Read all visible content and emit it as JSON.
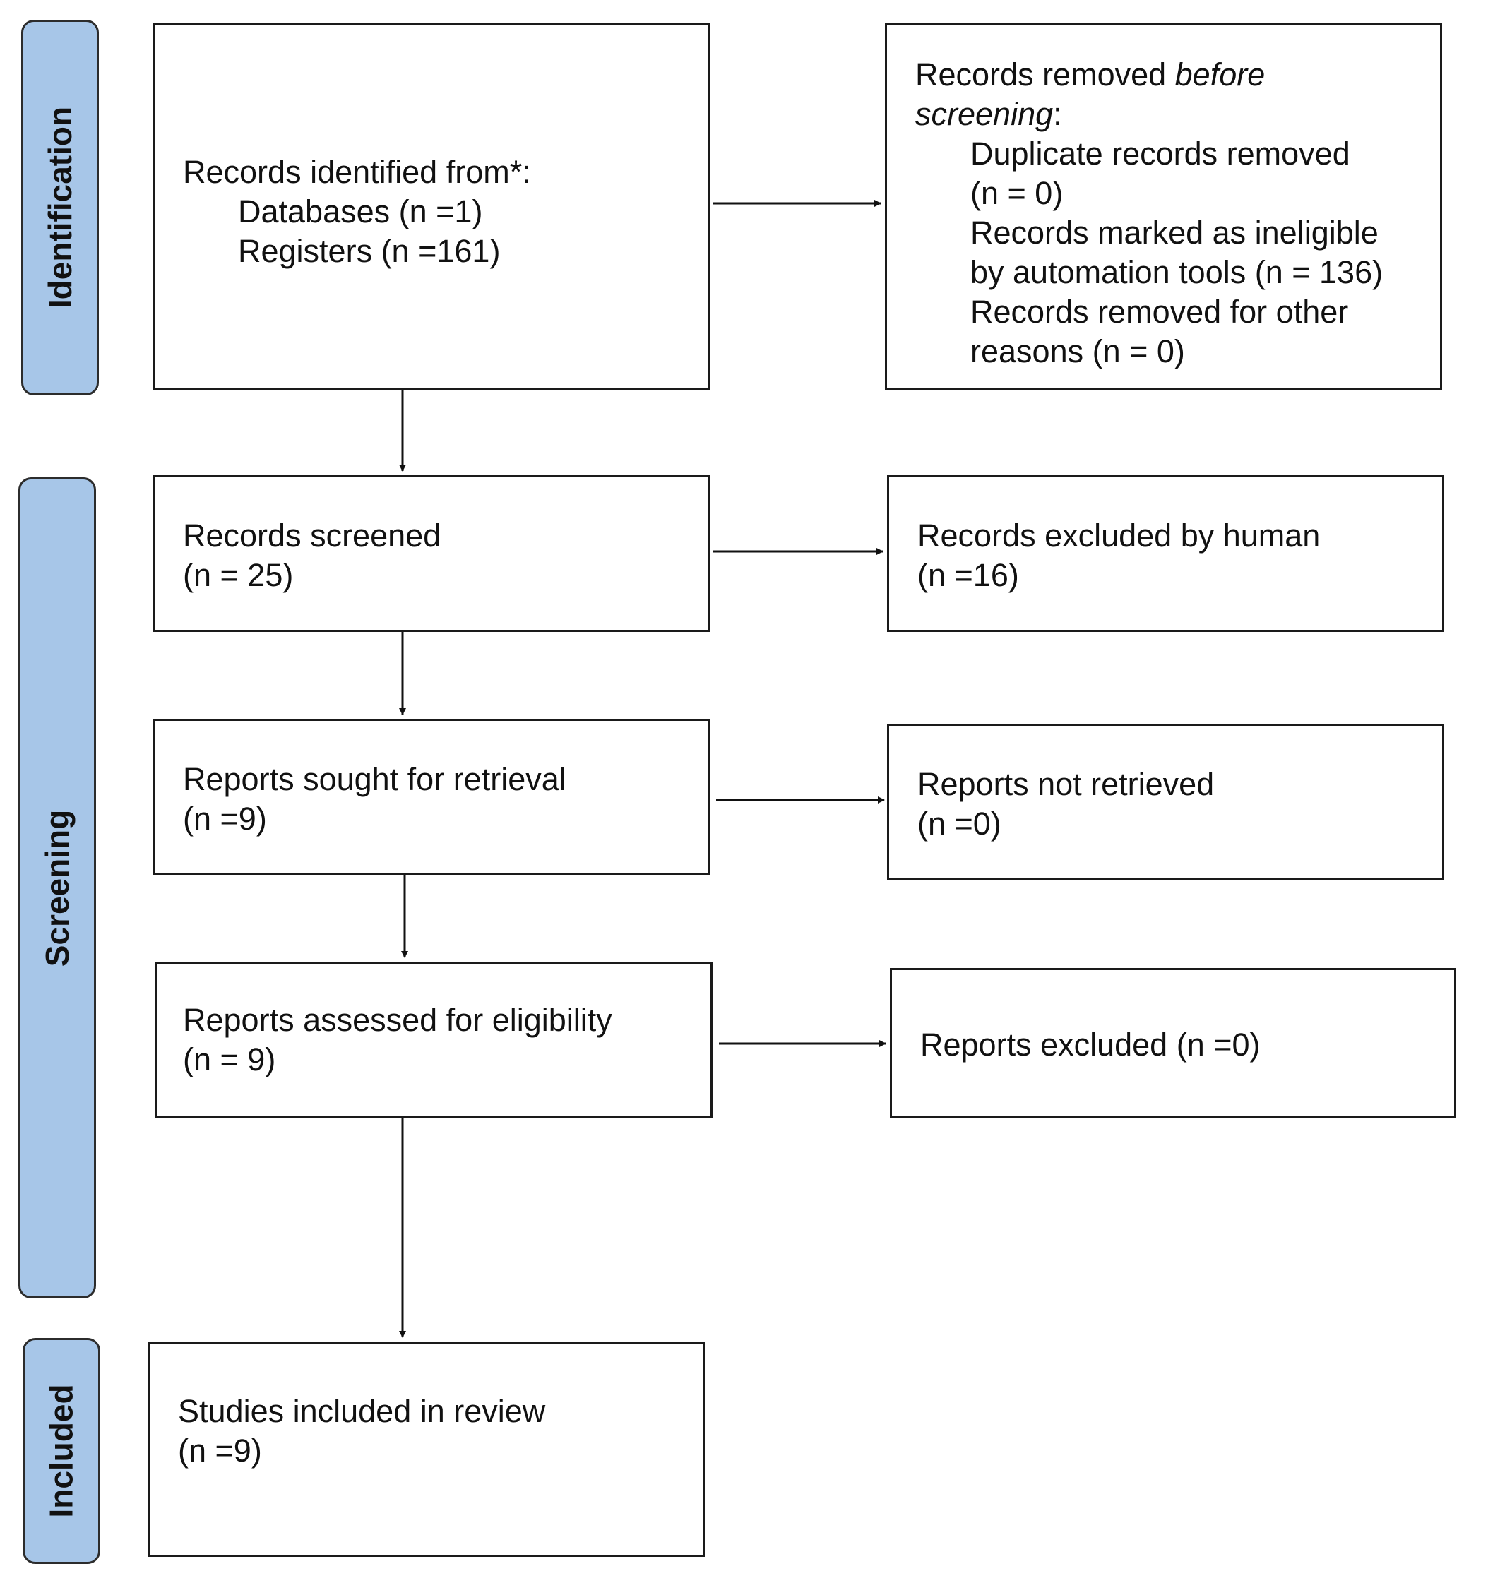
{
  "phases": {
    "identification": "Identification",
    "screening": "Screening",
    "included": "Included"
  },
  "boxes": {
    "identified": {
      "heading": "Records identified from*:",
      "databases": "Databases (n =1)",
      "registers": "Registers (n =161)"
    },
    "removed": {
      "heading_prefix": "Records removed ",
      "heading_italic": "before",
      "heading_italic_2": "screening",
      "heading_suffix": ":",
      "duplicate_1": "Duplicate records removed",
      "duplicate_2": "(n = 0)",
      "ineligible_1": "Records marked as ineligible",
      "ineligible_2": "by automation tools (n = 136)",
      "other_1": "Records removed for other",
      "other_2": "reasons (n = 0)"
    },
    "screened": {
      "line1": "Records screened",
      "line2": "(n = 25)"
    },
    "excluded_human": {
      "line1": "Records excluded by human",
      "line2": "(n =16)"
    },
    "sought": {
      "line1": "Reports sought for retrieval",
      "line2": "(n =9)"
    },
    "not_retrieved": {
      "line1": "Reports not retrieved",
      "line2": "(n =0)"
    },
    "assessed": {
      "line1": "Reports assessed for eligibility",
      "line2": "(n = 9)"
    },
    "reports_excluded": {
      "line1": "Reports excluded (n =0)"
    },
    "included": {
      "line1": "Studies included in review",
      "line2": "(n =9)"
    }
  },
  "colors": {
    "phase_fill": "#a7c6e8",
    "border": "#1a1a1a",
    "arrow": "#111111"
  }
}
